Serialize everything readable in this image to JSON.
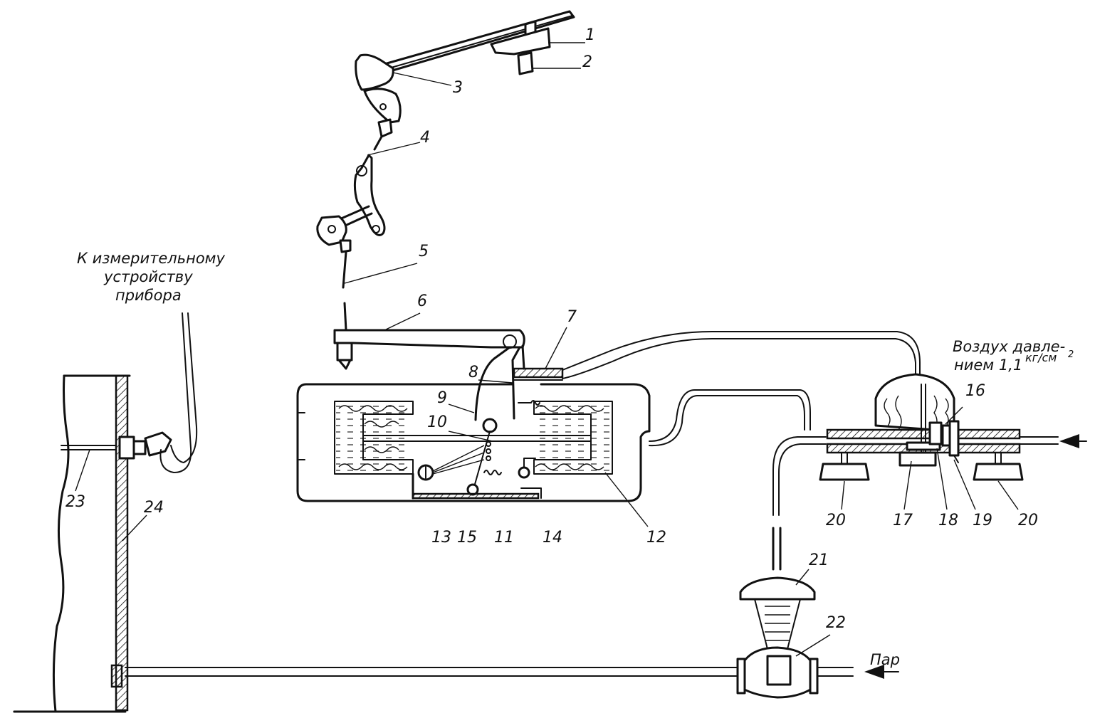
{
  "labels": {
    "n1": "1",
    "n2": "2",
    "n3": "3",
    "n4": "4",
    "n5": "5",
    "n6": "6",
    "n7": "7",
    "n8": "8",
    "n9": "9",
    "n10": "10",
    "n11": "11",
    "n12": "12",
    "n13": "13",
    "n14": "14",
    "n15": "15",
    "n16": "16",
    "n17": "17",
    "n18": "18",
    "n19": "19",
    "n20a": "20",
    "n20b": "20",
    "n21": "21",
    "n22": "22",
    "n23": "23",
    "n24": "24"
  },
  "captions": {
    "measure_line1": "К измерительному",
    "measure_line2": "устройству",
    "measure_line3": "прибора",
    "air_line1": "Воздух давле-",
    "air_line2": "нием 1,1",
    "air_unit": "кг/см",
    "air_unit_sup": "2",
    "steam": "Пар"
  }
}
